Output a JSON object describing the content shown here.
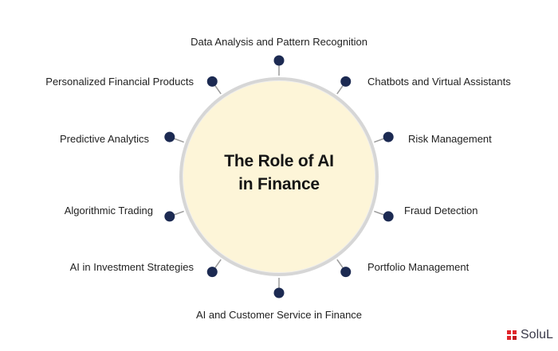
{
  "diagram": {
    "title_line1": "The Role of AI",
    "title_line2": "in Finance",
    "colors": {
      "center_fill": "#fdf5d8",
      "center_border": "#d6d6d6",
      "node": "#1c2a52",
      "connector": "#9a9a9a"
    },
    "labels": {
      "top": "Data Analysis and Pattern Recognition",
      "chatbots": "Chatbots and Virtual Assistants",
      "risk": "Risk Management",
      "fraud": "Fraud Detection",
      "portfolio": "Portfolio Management",
      "bottom": "AI and Customer Service in Finance",
      "investment": "AI in Investment Strategies",
      "algorithmic": "Algorithmic Trading",
      "predictive": "Predictive Analytics",
      "personalized": "Personalized Financial Products"
    }
  },
  "logo": {
    "text": "SoluL",
    "icon": "solulab-logo-icon"
  }
}
